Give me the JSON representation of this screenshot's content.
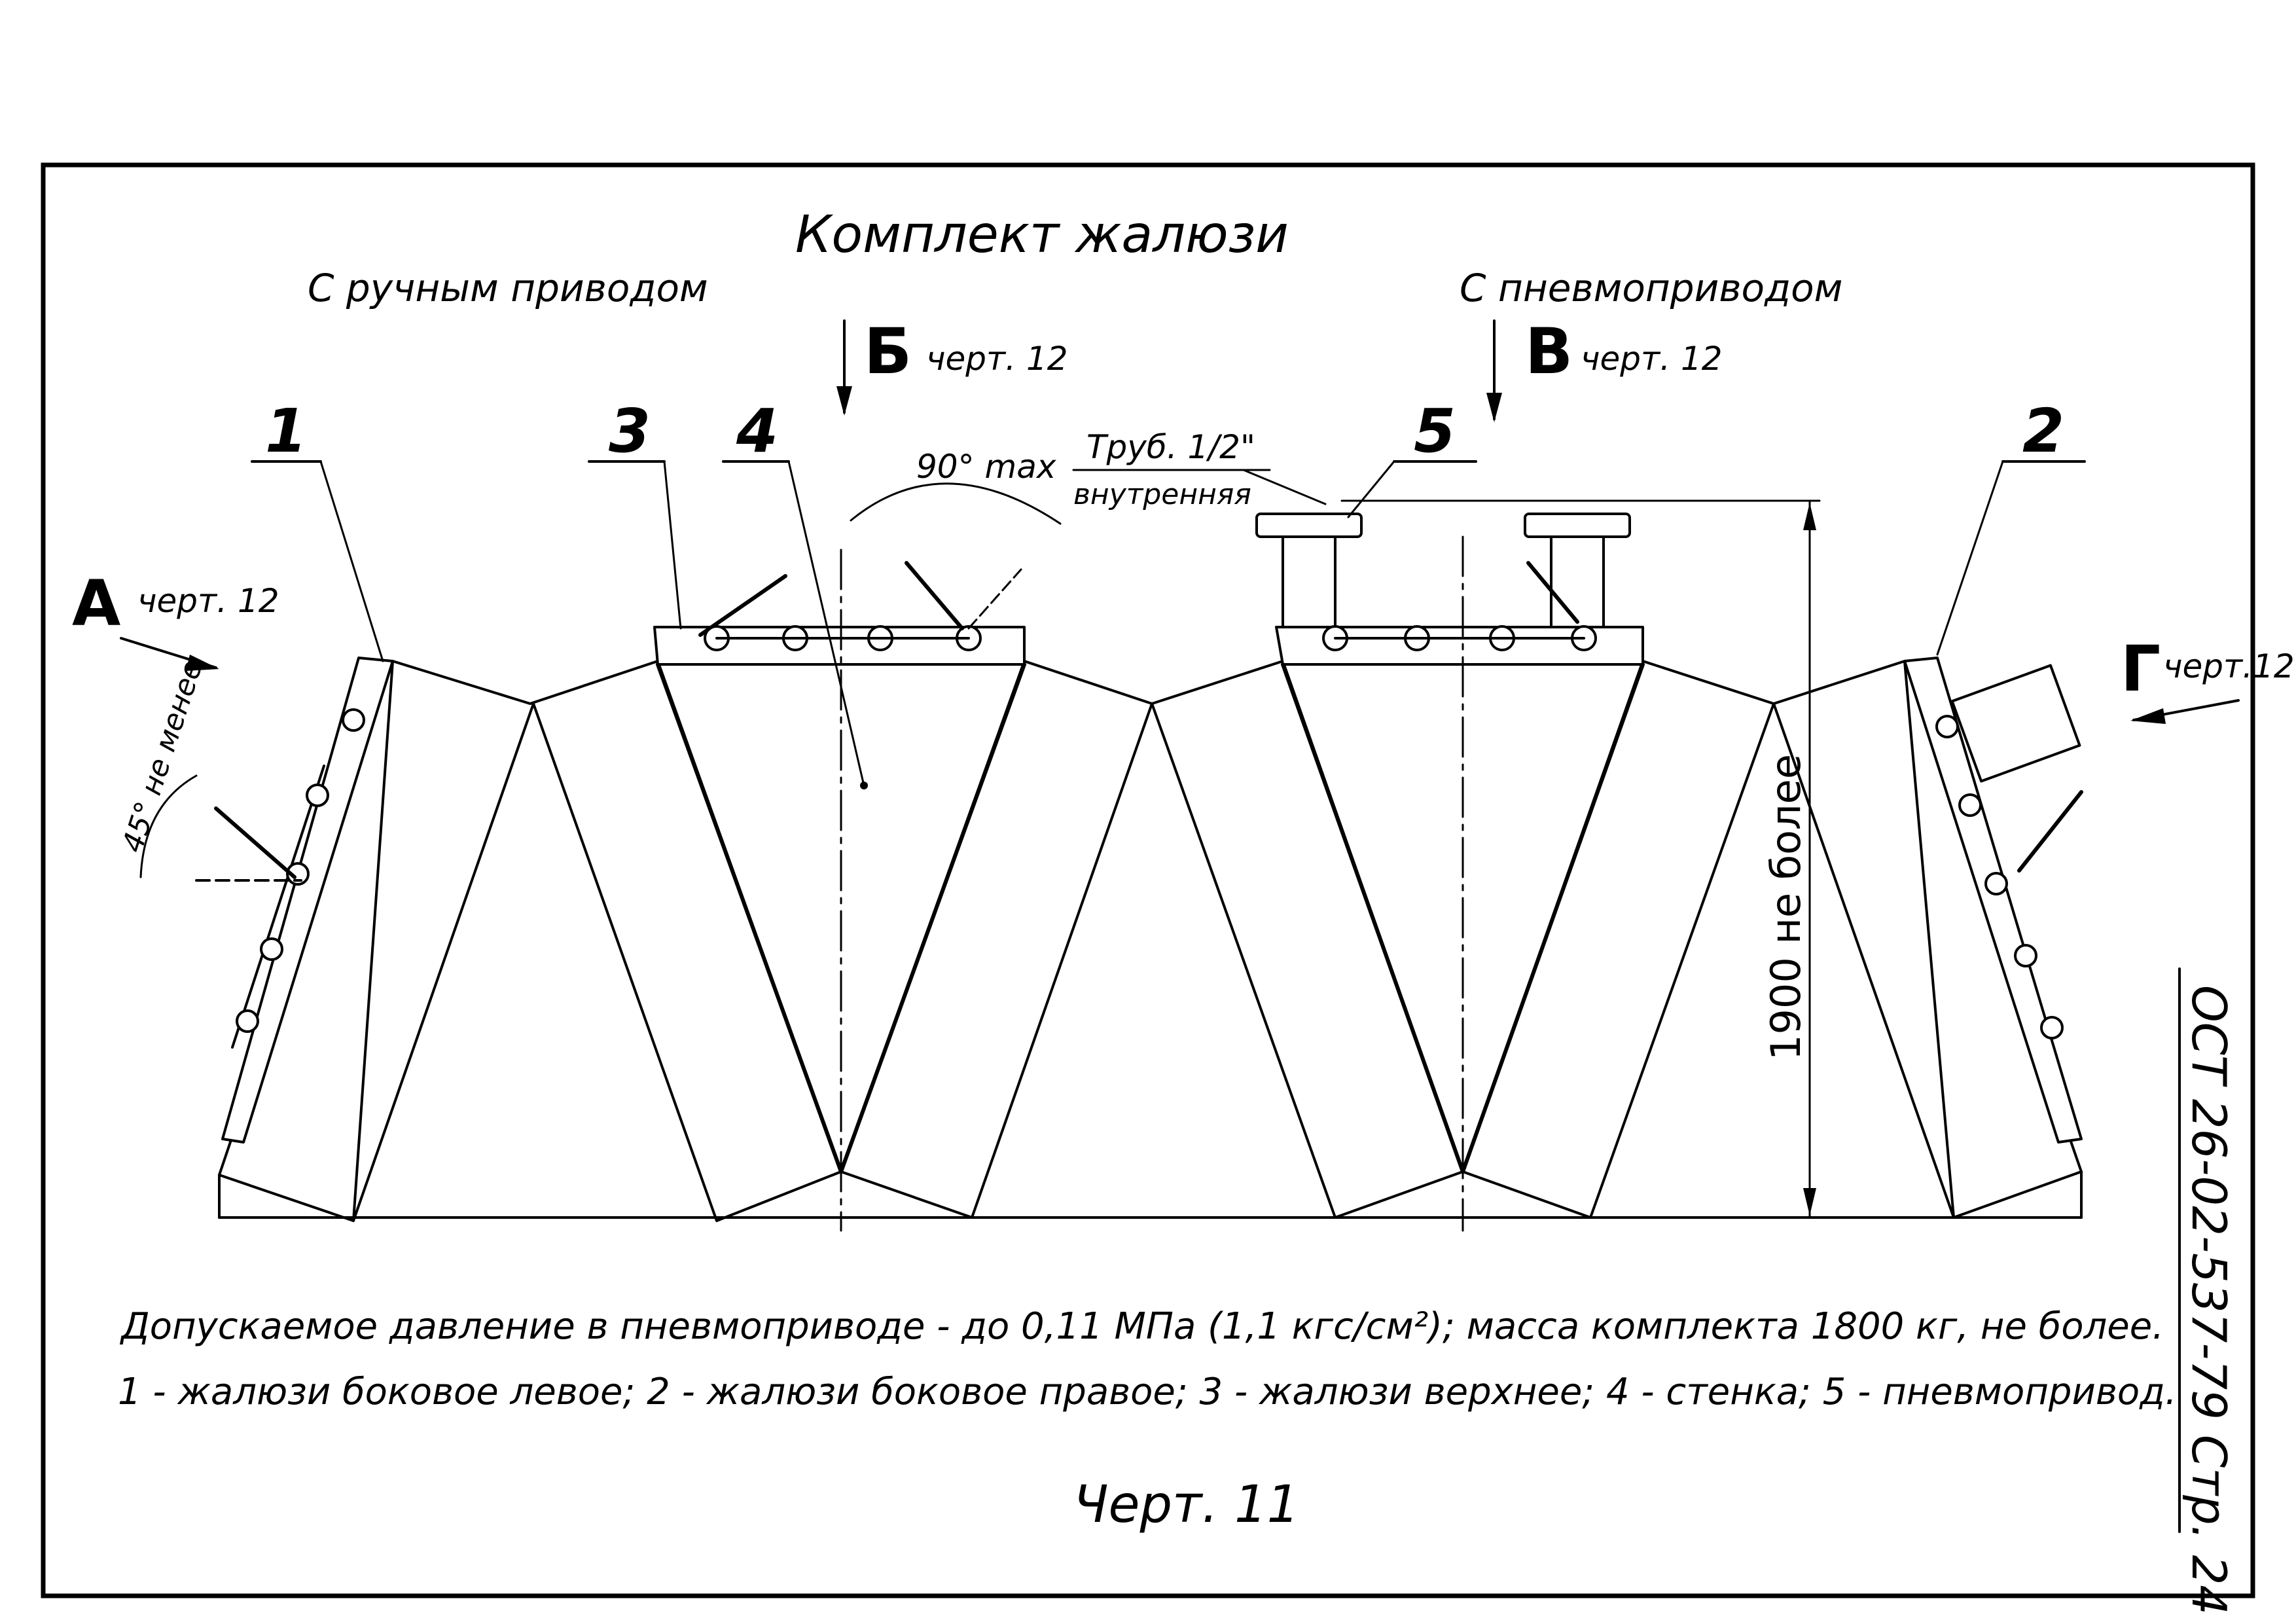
{
  "drawing": {
    "title": "Комплект жалюзи",
    "variant_manual": "С ручным приводом",
    "variant_pneumatic": "С пневмоприводом",
    "callouts": [
      "1",
      "2",
      "3",
      "4",
      "5"
    ],
    "views": {
      "A": {
        "letter": "А",
        "ref": "черт. 12"
      },
      "B": {
        "letter": "Б",
        "ref": "черт. 12"
      },
      "V": {
        "letter": "В",
        "ref": "черт. 12"
      },
      "G": {
        "letter": "Г",
        "ref": "черт.12"
      }
    },
    "dimensions": {
      "angle_max": "90° max",
      "angle_min": "45° не менее",
      "height": "1900 не более",
      "pipe_line1": "Труб. 1/2\"",
      "pipe_line2": "внутренняя"
    },
    "notes": {
      "line1": "Допускаемое давление в пневмоприводе - до 0,11 МПа (1,1 кгс/см²); масса комплекта 1800 кг, не более.",
      "line2": "1 - жалюзи боковое левое; 2 - жалюзи боковое правое; 3 - жалюзи верхнее; 4 - стенка; 5 - пневмопривод."
    },
    "sheet_label": "Черт. 11",
    "doc_code": "ОСТ 26-02-537-79 Стр. 24"
  }
}
